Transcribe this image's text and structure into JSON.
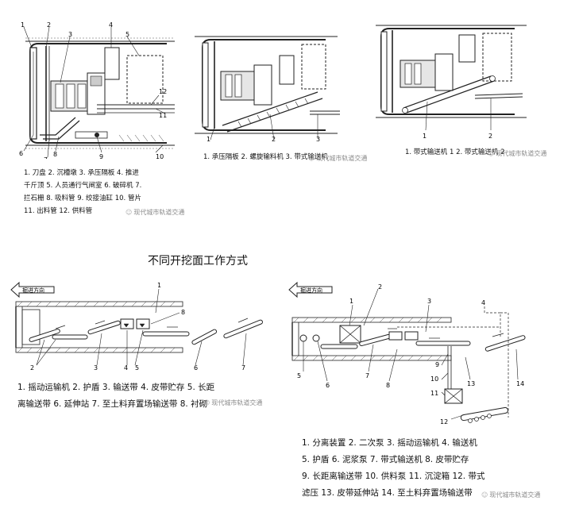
{
  "section_title": "不同开挖面工作方式",
  "watermark": "现代城市轨道交通",
  "fig1": {
    "callouts": [
      "1",
      "2",
      "3",
      "4",
      "5",
      "6",
      "7",
      "8",
      "9",
      "10",
      "11",
      "12"
    ],
    "legend": "1. 刀盘  2. 沉槽墩  3. 承压隔板  4. 推进\n千斤顶  5. 人员通行气闸室  6. 破碎机  7.\n拦石栅  8. 吸料管  9. 绞接油缸  10. 管片\n11. 出料管  12. 供料管"
  },
  "fig2": {
    "callouts": [
      "1",
      "2",
      "3"
    ],
    "legend": "1. 承压隔板  2. 螺旋输料机  3. 带式输送机"
  },
  "fig3": {
    "callouts": [
      "1",
      "2"
    ],
    "legend": "1. 带式输送机 1  2. 带式输送机 2"
  },
  "fig4": {
    "direction_label": "掘进方向",
    "callouts": [
      "1",
      "2",
      "3",
      "4",
      "5",
      "6",
      "7",
      "8"
    ],
    "legend": "1. 摇动运输机  2. 护盾  3. 输送带  4. 皮带贮存  5. 长距\n离输送带  6. 延伸站  7. 至土料弃置场输送带  8. 衬砌"
  },
  "fig5": {
    "direction_label": "掘进方向",
    "callouts": [
      "1",
      "2",
      "3",
      "4",
      "5",
      "6",
      "7",
      "8",
      "9",
      "10",
      "11",
      "12",
      "13",
      "14"
    ],
    "legend": "1. 分离装置  2. 二次泵  3. 摇动运输机  4. 输送机\n5. 护盾  6. 泥浆泵  7. 带式输送机  8. 皮带贮存\n9. 长距离输送带  10. 供料泵  11. 沉淀箱  12. 带式\n滤压  13. 皮带延伸站  14. 至土料弃置场输送带"
  }
}
